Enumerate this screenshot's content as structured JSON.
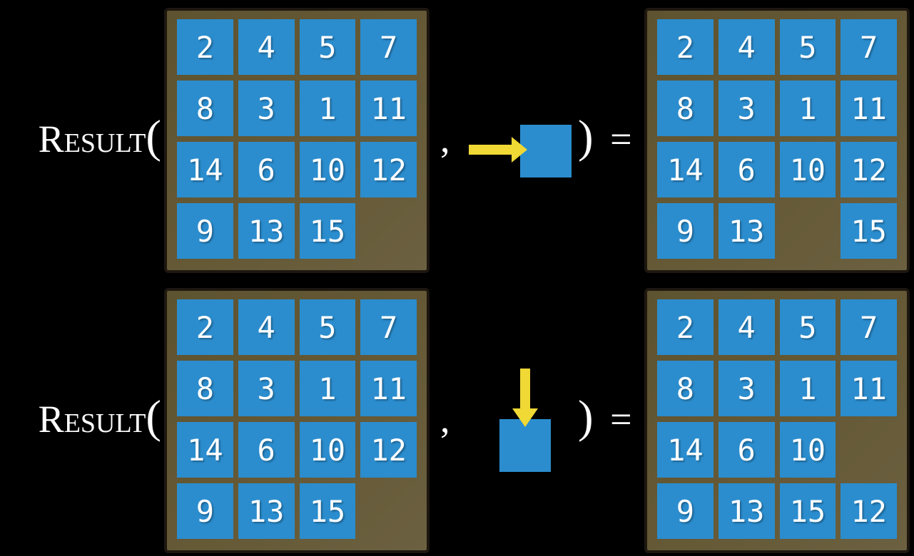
{
  "colors": {
    "tile_blue": "#2b8dce",
    "board_brown": "#655936",
    "board_border": "#1d1710",
    "arrow_yellow": "#f0d835",
    "text_white": "#ffffff"
  },
  "rows": [
    {
      "function_name": "Result",
      "open_paren": "(",
      "separator": ",",
      "close_paren": ")",
      "equals": "=",
      "action": {
        "direction": "right",
        "icon": "right-arrow-icon"
      },
      "before_grid": [
        [
          "2",
          "4",
          "5",
          "7"
        ],
        [
          "8",
          "3",
          "1",
          "11"
        ],
        [
          "14",
          "6",
          "10",
          "12"
        ],
        [
          "9",
          "13",
          "15",
          ""
        ]
      ],
      "after_grid": [
        [
          "2",
          "4",
          "5",
          "7"
        ],
        [
          "8",
          "3",
          "1",
          "11"
        ],
        [
          "14",
          "6",
          "10",
          "12"
        ],
        [
          "9",
          "13",
          "",
          "15"
        ]
      ]
    },
    {
      "function_name": "Result",
      "open_paren": "(",
      "separator": ",",
      "close_paren": ")",
      "equals": "=",
      "action": {
        "direction": "down",
        "icon": "down-arrow-icon"
      },
      "before_grid": [
        [
          "2",
          "4",
          "5",
          "7"
        ],
        [
          "8",
          "3",
          "1",
          "11"
        ],
        [
          "14",
          "6",
          "10",
          "12"
        ],
        [
          "9",
          "13",
          "15",
          ""
        ]
      ],
      "after_grid": [
        [
          "2",
          "4",
          "5",
          "7"
        ],
        [
          "8",
          "3",
          "1",
          "11"
        ],
        [
          "14",
          "6",
          "10",
          ""
        ],
        [
          "9",
          "13",
          "15",
          "12"
        ]
      ]
    }
  ]
}
